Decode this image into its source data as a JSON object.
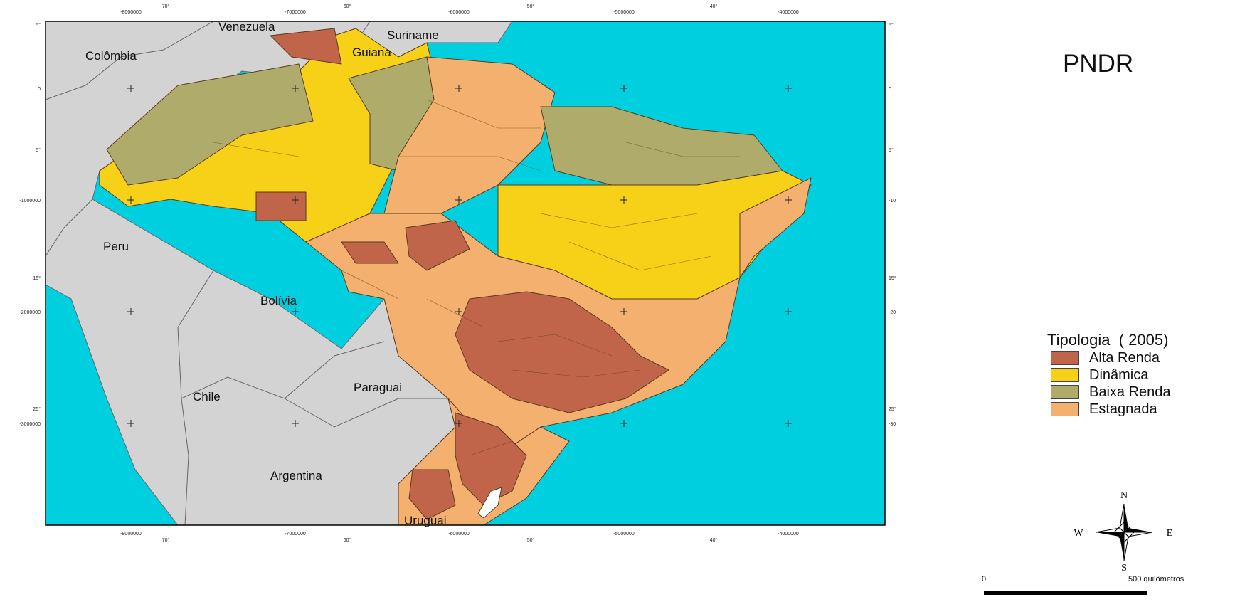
{
  "title": "PNDR",
  "colors": {
    "ocean": "#00cfe0",
    "neighbor": "#d3d3d3",
    "alta_renda": "#c0654a",
    "dinamica": "#f7d117",
    "baixa_renda": "#aeab6b",
    "estagnada": "#f3b06e"
  },
  "countries": {
    "venezuela": "Venezuela",
    "suriname": "Suriname",
    "guiana": "Guiana",
    "colombia": "Colômbia",
    "peru": "Peru",
    "bolivia": "Bolívia",
    "chile": "Chile",
    "paraguai": "Paraguai",
    "argentina": "Argentina",
    "uruguai": "Uruguai"
  },
  "grid": {
    "x_meters": [
      "-8000000",
      "-7000000",
      "-6000000",
      "-5000000",
      "-4000000"
    ],
    "x_degrees": [
      "70°",
      "60°",
      "50°",
      "40°"
    ],
    "y_meters": [
      "-1000000",
      "-2000000",
      "-3000000"
    ],
    "y_degrees": [
      "5°",
      "0",
      "5°",
      "15°",
      "25°"
    ],
    "y_degrees_right": [
      "5°",
      "0",
      "5°",
      "15°",
      "25°"
    ]
  },
  "legend": {
    "title": "Tipologia  ( 2005)",
    "items": [
      {
        "label": "Alta Renda"
      },
      {
        "label": "Dinâmica"
      },
      {
        "label": "Baixa Renda"
      },
      {
        "label": "Estagnada"
      }
    ]
  },
  "compass": {
    "n": "N",
    "s": "S",
    "e": "E",
    "w": "W"
  },
  "scale": {
    "zero": "0",
    "label": "500  quilômetros"
  }
}
